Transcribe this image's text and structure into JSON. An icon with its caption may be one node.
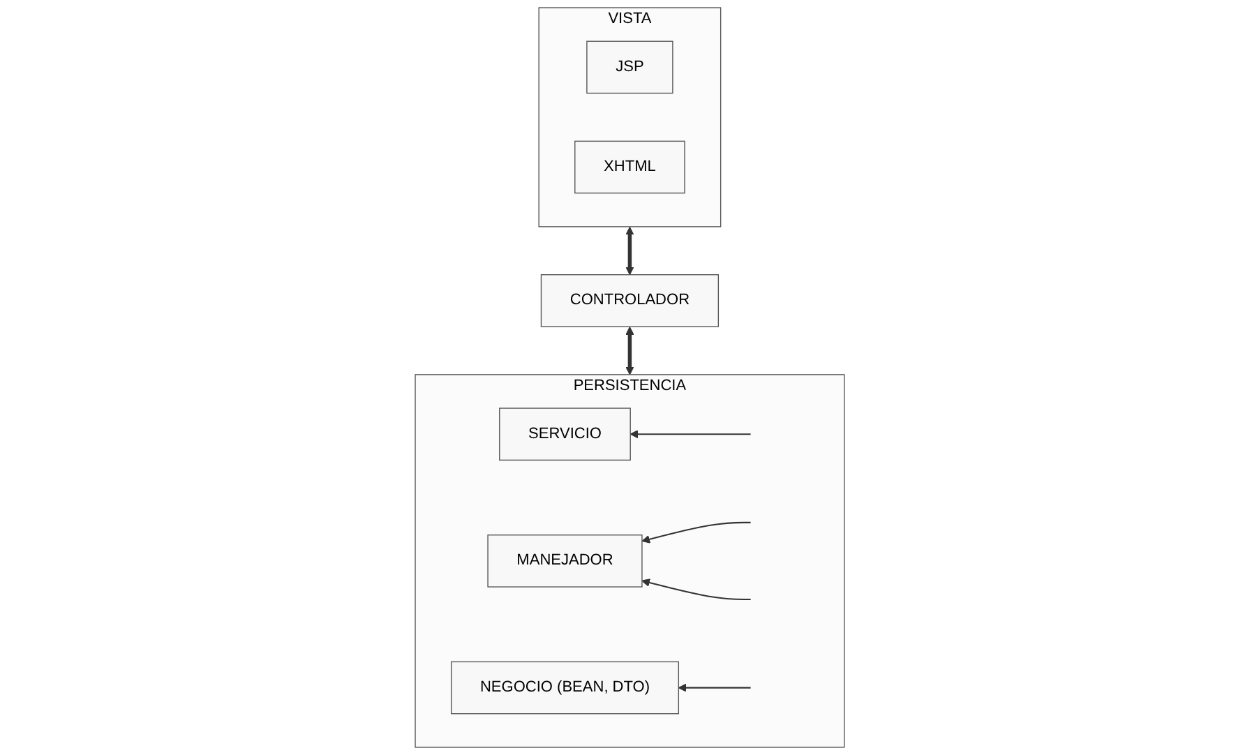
{
  "diagram": {
    "nodes": [
      {
        "text": [
          "VISTA"
        ]
      },
      {
        "text": [
          "JSP"
        ],
        "in": 0
      },
      {
        "text": [
          "XHTML"
        ],
        "in": 0
      },
      {
        "text": [
          "CONTROLADOR"
        ]
      },
      {
        "text": [
          "PERSISTENCIA"
        ]
      },
      {
        "text": [
          "SERVICIO"
        ],
        "in": 4
      },
      {
        "text": [
          "MANEJADOR"
        ],
        "in": 4
      },
      {
        "text": [
          "NEGOCIO (BEAN, DTO)"
        ],
        "in": 4
      }
    ],
    "edges": [
      {
        "from": 0,
        "to": 3,
        "arrow": "both",
        "style": "thick"
      },
      {
        "from": 3,
        "to": 4,
        "arrow": "both",
        "style": "thick"
      },
      {
        "from": null,
        "to": 5,
        "arrow": "to"
      },
      {
        "from": null,
        "to": 6,
        "arrow": "to"
      },
      {
        "from": null,
        "to": 6,
        "arrow": "to"
      },
      {
        "from": null,
        "to": 7,
        "arrow": "to"
      }
    ]
  }
}
